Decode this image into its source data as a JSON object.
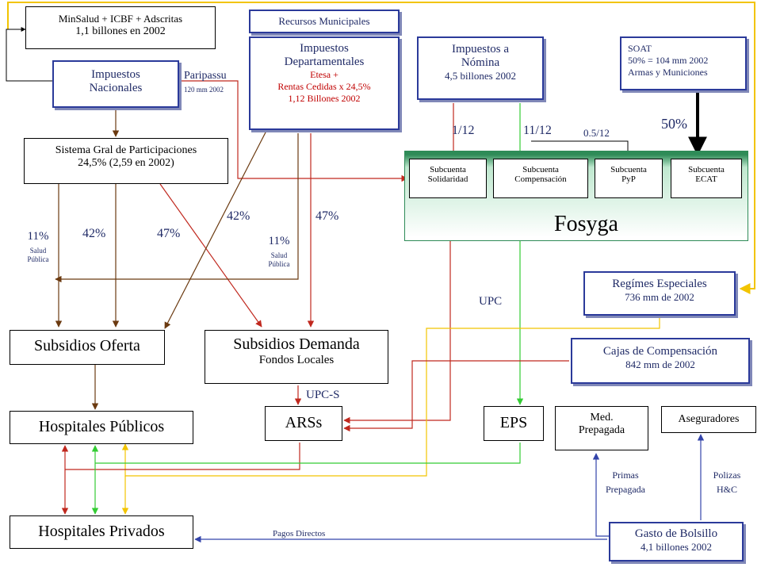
{
  "colors": {
    "brown": "#6b3a10",
    "red": "#c0281e",
    "green": "#33cc33",
    "yellow": "#f2c400",
    "blue": "#3344aa",
    "black": "#000000",
    "fosyga_green": "#2e8b57"
  },
  "nodes": {
    "minsalud": {
      "line1": "MinSalud + ICBF + Adscritas",
      "line2": "1,1 billones en 2002"
    },
    "impuestos_nacionales": {
      "line1": "Impuestos",
      "line2": "Nacionales"
    },
    "recursos_municipales": {
      "label": "Recursos Municipales"
    },
    "impuestos_departamentales": {
      "line1": "Impuestos",
      "line2": "Departamentales",
      "line3": "Etesa +",
      "line4": "Rentas Cedidas x 24,5%",
      "line5": "1,12 Billones 2002"
    },
    "impuestos_nomina": {
      "line1": "Impuestos a",
      "line2": "Nómina",
      "line3": "4,5 billones 2002"
    },
    "soat": {
      "line1": "SOAT",
      "line2": "50% = 104 mm 2002",
      "line3": "Armas y Municiones"
    },
    "sgp": {
      "line1": "Sistema Gral de Participaciones",
      "line2": "24,5% (2,59 en 2002)"
    },
    "fosyga": {
      "title": "Fosyga",
      "subcuentas": [
        {
          "line1": "Subcuenta",
          "line2": "Solidaridad"
        },
        {
          "line1": "Subcuenta",
          "line2": "Compensación"
        },
        {
          "line1": "Subcuenta",
          "line2": "PyP"
        },
        {
          "line1": "Subcuenta",
          "line2": "ECAT"
        }
      ]
    },
    "regimes_especiales": {
      "line1": "Regímes Especiales",
      "line2": "736 mm de 2002"
    },
    "cajas_compensacion": {
      "line1": "Cajas de Compensación",
      "line2": "842 mm de 2002"
    },
    "subsidios_oferta": {
      "label": "Subsidios Oferta"
    },
    "subsidios_demanda": {
      "line1": "Subsidios Demanda",
      "line2": "Fondos Locales"
    },
    "hospitales_publicos": {
      "label": "Hospitales Públicos"
    },
    "arss": {
      "label": "ARSs"
    },
    "eps": {
      "label": "EPS"
    },
    "med_prepagada": {
      "line1": "Med.",
      "line2": "Prepagada"
    },
    "aseguradores": {
      "label": "Aseguradores"
    },
    "hospitales_privados": {
      "label": "Hospitales Privados"
    },
    "gasto_bolsillo": {
      "line1": "Gasto de Bolsillo",
      "line2": "4,1 billones 2002"
    }
  },
  "labels": {
    "paripassu": "Paripassu",
    "paripassu_amount": "120 mm 2002",
    "one_twelfth": "1/12",
    "eleven_twelfths": "11/12",
    "half_twelfth": "0.5/12",
    "fifty_pct": "50%",
    "left_11": "11%",
    "left_11_sub1": "Salud",
    "left_11_sub2": "Pública",
    "left_42": "42%",
    "left_47": "47%",
    "dept_42": "42%",
    "dept_47": "47%",
    "dept_11": "11%",
    "dept_11_sub1": "Salud",
    "dept_11_sub2": "Pública",
    "upc": "UPC",
    "upc_s": "UPC-S",
    "primas": "Primas",
    "primas2": "Prepagada",
    "polizas": "Polizas",
    "polizas2": "H&C",
    "pagos_directos": "Pagos Directos"
  }
}
